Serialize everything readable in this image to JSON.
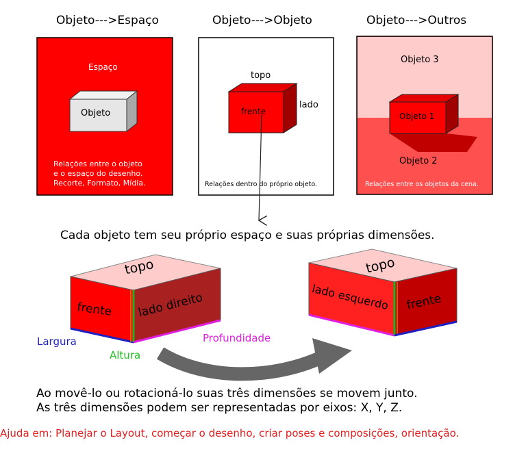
{
  "panels": {
    "p1": {
      "title": "Objeto--->Espaço",
      "space_label": "Espaço",
      "object_label": "Objeto",
      "caption_lines": [
        "Relações entre o objeto",
        "e o espaço do desenho.",
        "Recorte, Formato, Mídia."
      ]
    },
    "p2": {
      "title": "Objeto--->Objeto",
      "top_label": "topo",
      "side_label": "lado",
      "front_label": "frente",
      "caption": "Relações dentro do próprio objeto."
    },
    "p3": {
      "title": "Objeto--->Outros",
      "obj3_label": "Objeto 3",
      "obj1_label": "Objeto 1",
      "obj2_label": "Objeto 2",
      "caption": "Relações entre os objetos da cena."
    }
  },
  "middle_statement": "Cada objeto tem seu próprio espaço e suas próprias dimensões.",
  "boxes": {
    "left": {
      "top": "topo",
      "front": "frente",
      "right": "lado direito"
    },
    "right": {
      "top": "topo",
      "left": "lado esquerdo",
      "front": "frente"
    }
  },
  "dimensions": {
    "width": "Largura",
    "height": "Altura",
    "depth": "Profundidade"
  },
  "bottom_lines": [
    "Ao movê-lo ou rotacioná-lo suas três dimensões se movem junto.",
    "As três dimensões podem ser representadas por eixos: X, Y, Z."
  ],
  "footer": "Ajuda em: Planejar o Layout, começar o desenho, criar poses e composições, orientação.",
  "colors": {
    "red": "#ff0000",
    "dark_red": "#b80000",
    "pink": "#ffcccc",
    "mid_red": "#ff5050",
    "blue": "#2020c0",
    "green": "#20c020",
    "magenta": "#e020e0",
    "footer_red": "#e02020"
  }
}
